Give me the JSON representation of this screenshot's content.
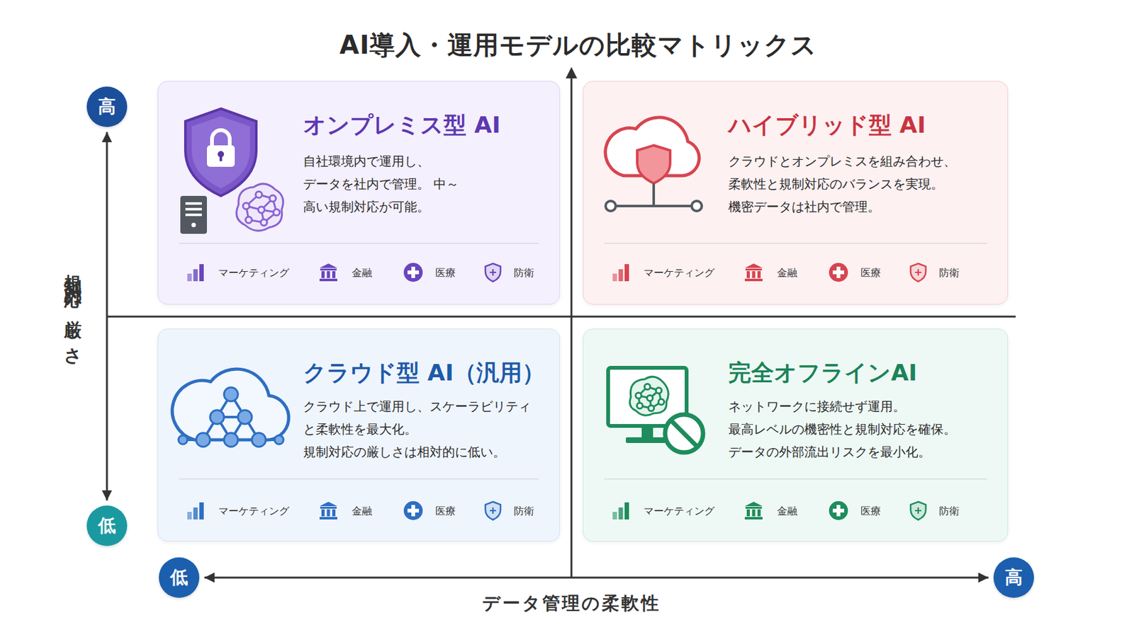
{
  "diagram": {
    "title": "AI導入・運用モデルの比較マトリックス",
    "nodes": [
      {
        "text": [
          "高"
        ]
      },
      {
        "text": [
          "オンプレミス型 AI",
          "自社環境内で運用し、 データを社内で管理。 中～高い規制対応が可能。",
          "マーケティング",
          "金融",
          "医療",
          "防衛"
        ]
      },
      {
        "text": [
          "ハイブリッド型 AI",
          "クラウドとオンプレミスを組み合わせ、 柔軟性と規制対応のバランスを実現。 機密データは社内で管理。",
          "マーケティング",
          "金融",
          "医療",
          "防衛"
        ]
      },
      {
        "text": [
          "クラウド型 AI（汎用）",
          "クラウド上で運用し、スケーラビリティ と柔軟性を最大化。 規制対応の厳しさは相対的に低い。",
          "マーケティング",
          "金融",
          "医療",
          "防衛"
        ]
      },
      {
        "text": [
          "完全オフラインAI",
          "ネットワークに接続せず運用。 最高レベルの機密性と規制対応を確保。 データの外部流出リスクを最小化。",
          "マーケティング",
          "金融",
          "医療",
          "防衛"
        ]
      },
      {
        "text": [
          "低"
        ]
      },
      {
        "text": [
          "低"
        ]
      },
      {
        "text": [
          "高"
        ]
      }
    ],
    "edges": [
      {
        "from": 0,
        "to": 5,
        "arrow": "both"
      },
      {
        "from": 6,
        "to": 7,
        "arrow": "both"
      }
    ],
    "labels": [
      "規制対応の厳しさ",
      "データ管理の柔軟性"
    ]
  }
}
